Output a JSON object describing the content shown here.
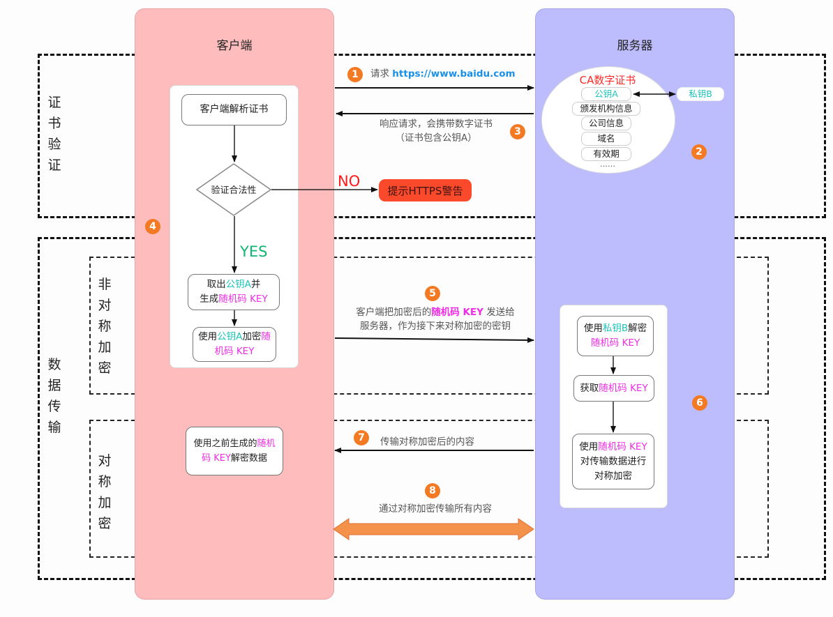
{
  "lanes": {
    "client": {
      "title": "客户端"
    },
    "server": {
      "title": "服务器"
    }
  },
  "sections": {
    "cert_verify": "证书验证",
    "data_transfer": "数据传输",
    "asymmetric": "非对称加密",
    "symmetric": "对称加密"
  },
  "steps": {
    "s1": {
      "badge": "1",
      "label": "请求",
      "url": "https://www.baidu.com"
    },
    "s2": {
      "badge": "2"
    },
    "s3": {
      "badge": "3",
      "line1": "响应请求，会携带数字证书",
      "line2": "（证书包含公钥A）"
    },
    "s4": {
      "badge": "4"
    },
    "s5": {
      "badge": "5",
      "line1_pre": "客户端把加密后的",
      "line1_key": "随机码 KEY",
      "line1_post": " 发送给",
      "line2": "服务器，作为接下来对称加密的密钥"
    },
    "s6": {
      "badge": "6"
    },
    "s7": {
      "badge": "7",
      "label": "传输对称加密后的内容"
    },
    "s8": {
      "badge": "8",
      "label": "通过对称加密传输所有内容"
    }
  },
  "certificate": {
    "title": "CA数字证书",
    "public_key": "公钥A",
    "fields": [
      "颁发机构信息",
      "公司信息",
      "域名",
      "有效期"
    ],
    "ellipsis": "……",
    "private_key": "私钥B"
  },
  "client_flow": {
    "parse": "客户端解析证书",
    "verify": "验证合法性",
    "no_label": "NO",
    "yes_label": "YES",
    "warning": "提示HTTPS警告",
    "extract": {
      "pre": "取出",
      "key": "公钥A",
      "post": "并",
      "line2_pre": "生成",
      "line2_key": "随机码 KEY"
    },
    "encrypt": {
      "pre": "使用",
      "key": "公钥A",
      "mid": "加密",
      "rand1": "随",
      "rand2": "机码 KEY"
    },
    "decrypt_data": {
      "pre": "使用之前生成的",
      "rand1": "随机",
      "rand2": "码 KEY",
      "post": "解密数据"
    }
  },
  "server_flow": {
    "decrypt": {
      "pre": "使用",
      "key": "私钥B",
      "post": "解密",
      "line2": "随机码 KEY"
    },
    "obtain": {
      "pre": "获取",
      "key": "随机码 KEY"
    },
    "encrypt_data": {
      "pre": "使用",
      "key": "随机码 KEY",
      "line2": "对传输数据进行",
      "line3": "对称加密"
    }
  },
  "colors": {
    "client_lane": "#febcbd",
    "server_lane": "#bdbcfd",
    "badge": "#f37a23",
    "public_key": "#1ec3b8",
    "random_key": "#f02ce6",
    "warning_bg": "#fb4a2b",
    "no_label": "#ff1a1a",
    "yes_label": "#0fb573",
    "cert_title": "#ff2a2a",
    "url": "#1a8fe6"
  }
}
